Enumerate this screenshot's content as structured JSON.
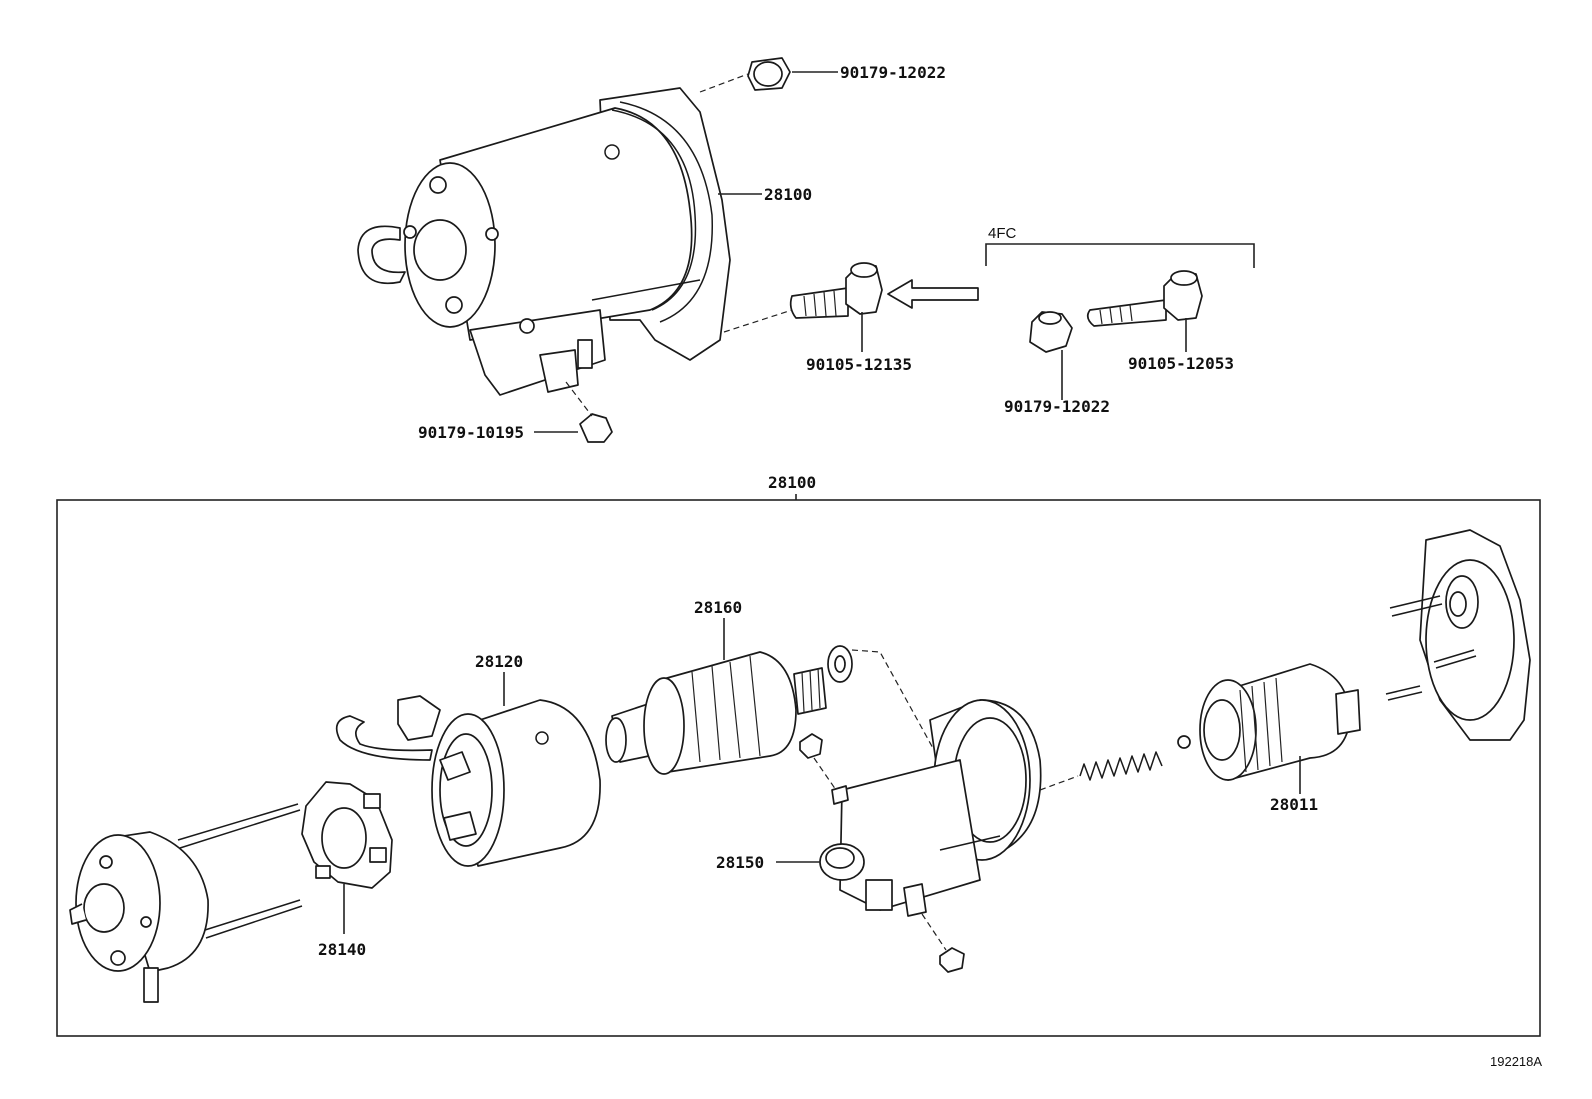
{
  "callouts": {
    "nut_top": "90179-12022",
    "starter_assy": "28100",
    "group_label": "4FC",
    "bolt_main": "90105-12135",
    "bolt_4fc": "90105-12053",
    "nut_4fc": "90179-12022",
    "nut_terminal": "90179-10195",
    "box_title": "28100",
    "armature": "28160",
    "yoke": "28120",
    "brush_holder": "28140",
    "magnetic_switch": "28150",
    "clutch": "28011"
  },
  "figure_ref": "192218A"
}
